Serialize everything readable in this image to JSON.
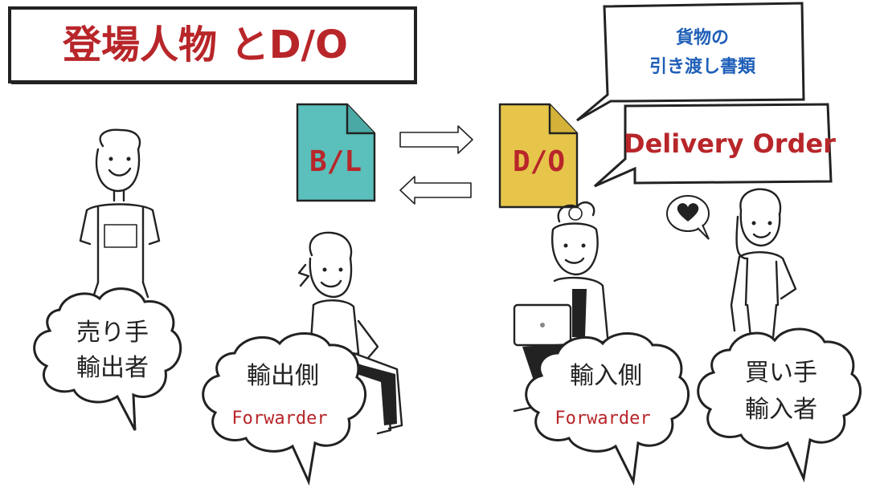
{
  "title": "登場人物 とD/O",
  "documents": {
    "bl": {
      "label": "B/L",
      "color": "#5bbfbb"
    },
    "do": {
      "label": "D/O",
      "color": "#e6c54a"
    }
  },
  "callout_blue": {
    "line1": "貨物の",
    "line2": "引き渡し書類"
  },
  "callout_red": "Delivery Order",
  "clouds": {
    "seller": {
      "line1": "売り手",
      "line2": "輸出者"
    },
    "export_forwarder": {
      "line1": "輸出側",
      "line2": "Forwarder"
    },
    "import_forwarder": {
      "line1": "輸入側",
      "line2": "Forwarder"
    },
    "buyer": {
      "line1": "買い手",
      "line2": "輸入者"
    }
  },
  "colors": {
    "title_red": "#b8262a",
    "blue_text": "#1f5fb8",
    "heart": "#222222"
  },
  "icons": [
    "arrow-right-icon",
    "arrow-left-icon",
    "heart-icon"
  ]
}
